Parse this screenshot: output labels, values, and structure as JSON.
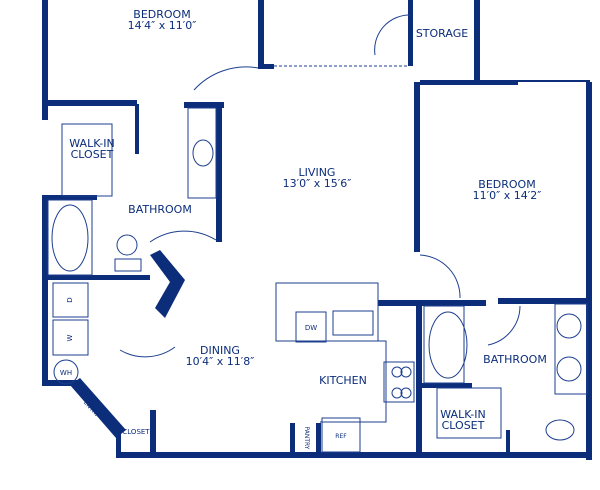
{
  "plan": {
    "wall_color": "#0b2d7a",
    "rooms": {
      "bedroom_1": {
        "name": "BEDROOM",
        "size": "14′4″ x 11′0″"
      },
      "walk_in_closet_1": {
        "name_1": "WALK-IN",
        "name_2": "CLOSET"
      },
      "bathroom_1": {
        "name": "BATHROOM"
      },
      "living": {
        "name": "LIVING",
        "size": "13′0″ x 15′6″"
      },
      "storage": {
        "name": "STORAGE"
      },
      "bedroom_2": {
        "name": "BEDROOM",
        "size": "11′0″ x 14′2″"
      },
      "dining": {
        "name": "DINING",
        "size": "10′4″ x 11′8″"
      },
      "kitchen": {
        "name": "KITCHEN"
      },
      "bathroom_2": {
        "name": "BATHROOM"
      },
      "walk_in_closet_2": {
        "name_1": "WALK-IN",
        "name_2": "CLOSET"
      },
      "closet": {
        "name": "CLOSET"
      },
      "entry": {
        "name": "ENTRY"
      },
      "pantry": {
        "name": "PANTRY"
      }
    },
    "fixtures": {
      "dryer": "D",
      "washer": "W",
      "water_heater": "WH",
      "dishwasher": "DW",
      "refrigerator": "REF"
    }
  }
}
